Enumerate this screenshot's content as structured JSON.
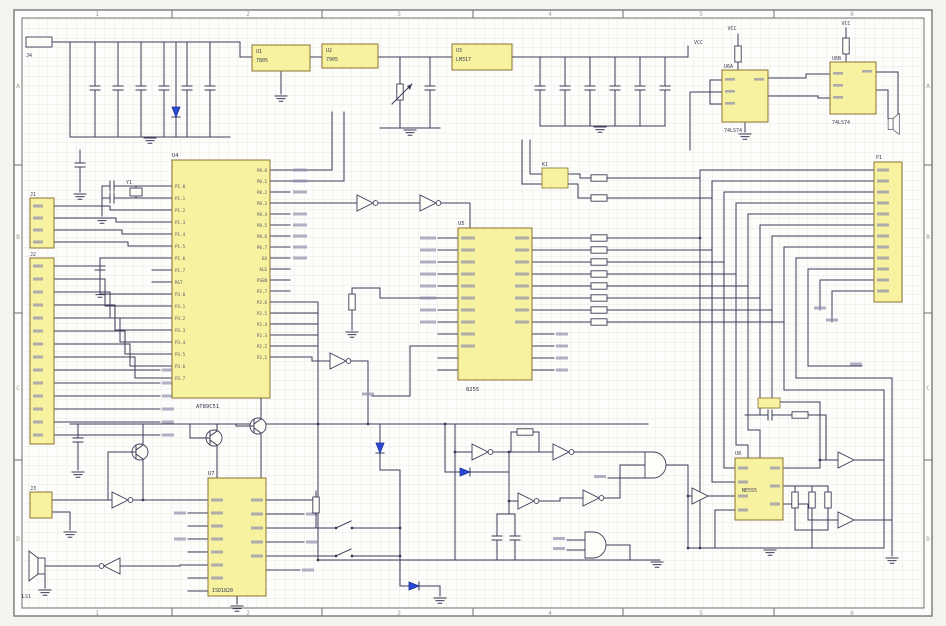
{
  "colors": {
    "ic_fill": "#f6f2a0",
    "wire": "#3c3c5a",
    "blue": "#2b49d8"
  },
  "frame": {
    "cols": [
      "1",
      "2",
      "3",
      "4",
      "5",
      "6"
    ],
    "rows": [
      "A",
      "B",
      "C",
      "D"
    ]
  },
  "nets": {
    "vcc": "VCC"
  },
  "components": {
    "plug": {
      "ref": "J4"
    },
    "vreg1": {
      "ref": "U1",
      "name": "7805"
    },
    "vreg2": {
      "ref": "U2",
      "name": "7905"
    },
    "vreg3": {
      "ref": "U3",
      "name": "LM317"
    },
    "mcu": {
      "ref": "U4",
      "name": "AT89C51",
      "pins_left": [
        "P1.0",
        "P1.1",
        "P1.2",
        "P1.3",
        "P1.4",
        "P1.5",
        "P1.6",
        "P1.7",
        "RST",
        "P3.0",
        "P3.1",
        "P3.2",
        "P3.3",
        "P3.4",
        "P3.5",
        "P3.6",
        "P3.7"
      ],
      "pins_right": [
        "P0.0",
        "P0.1",
        "P0.2",
        "P0.3",
        "P0.4",
        "P0.5",
        "P0.6",
        "P0.7",
        "EA",
        "ALE",
        "PSEN",
        "P2.7",
        "P2.6",
        "P2.5",
        "P2.4",
        "P2.3",
        "P2.2",
        "P2.1"
      ]
    },
    "periph": {
      "ref": "U5",
      "name": "8255"
    },
    "ff1": {
      "ref": "U6A",
      "name": "74LS74"
    },
    "ff2": {
      "ref": "U6B",
      "name": "74LS74"
    },
    "voice": {
      "ref": "U7",
      "name": "ISD1820"
    },
    "timer": {
      "ref": "U8",
      "name": "NE555"
    },
    "relay": {
      "ref": "K1"
    },
    "conn_j1": {
      "ref": "J1"
    },
    "conn_j2": {
      "ref": "J2"
    },
    "conn_j3": {
      "ref": "J3"
    },
    "conn_p1": {
      "ref": "P1"
    },
    "speaker": {
      "ref": "LS1"
    },
    "crystal": {
      "ref": "Y1"
    }
  }
}
